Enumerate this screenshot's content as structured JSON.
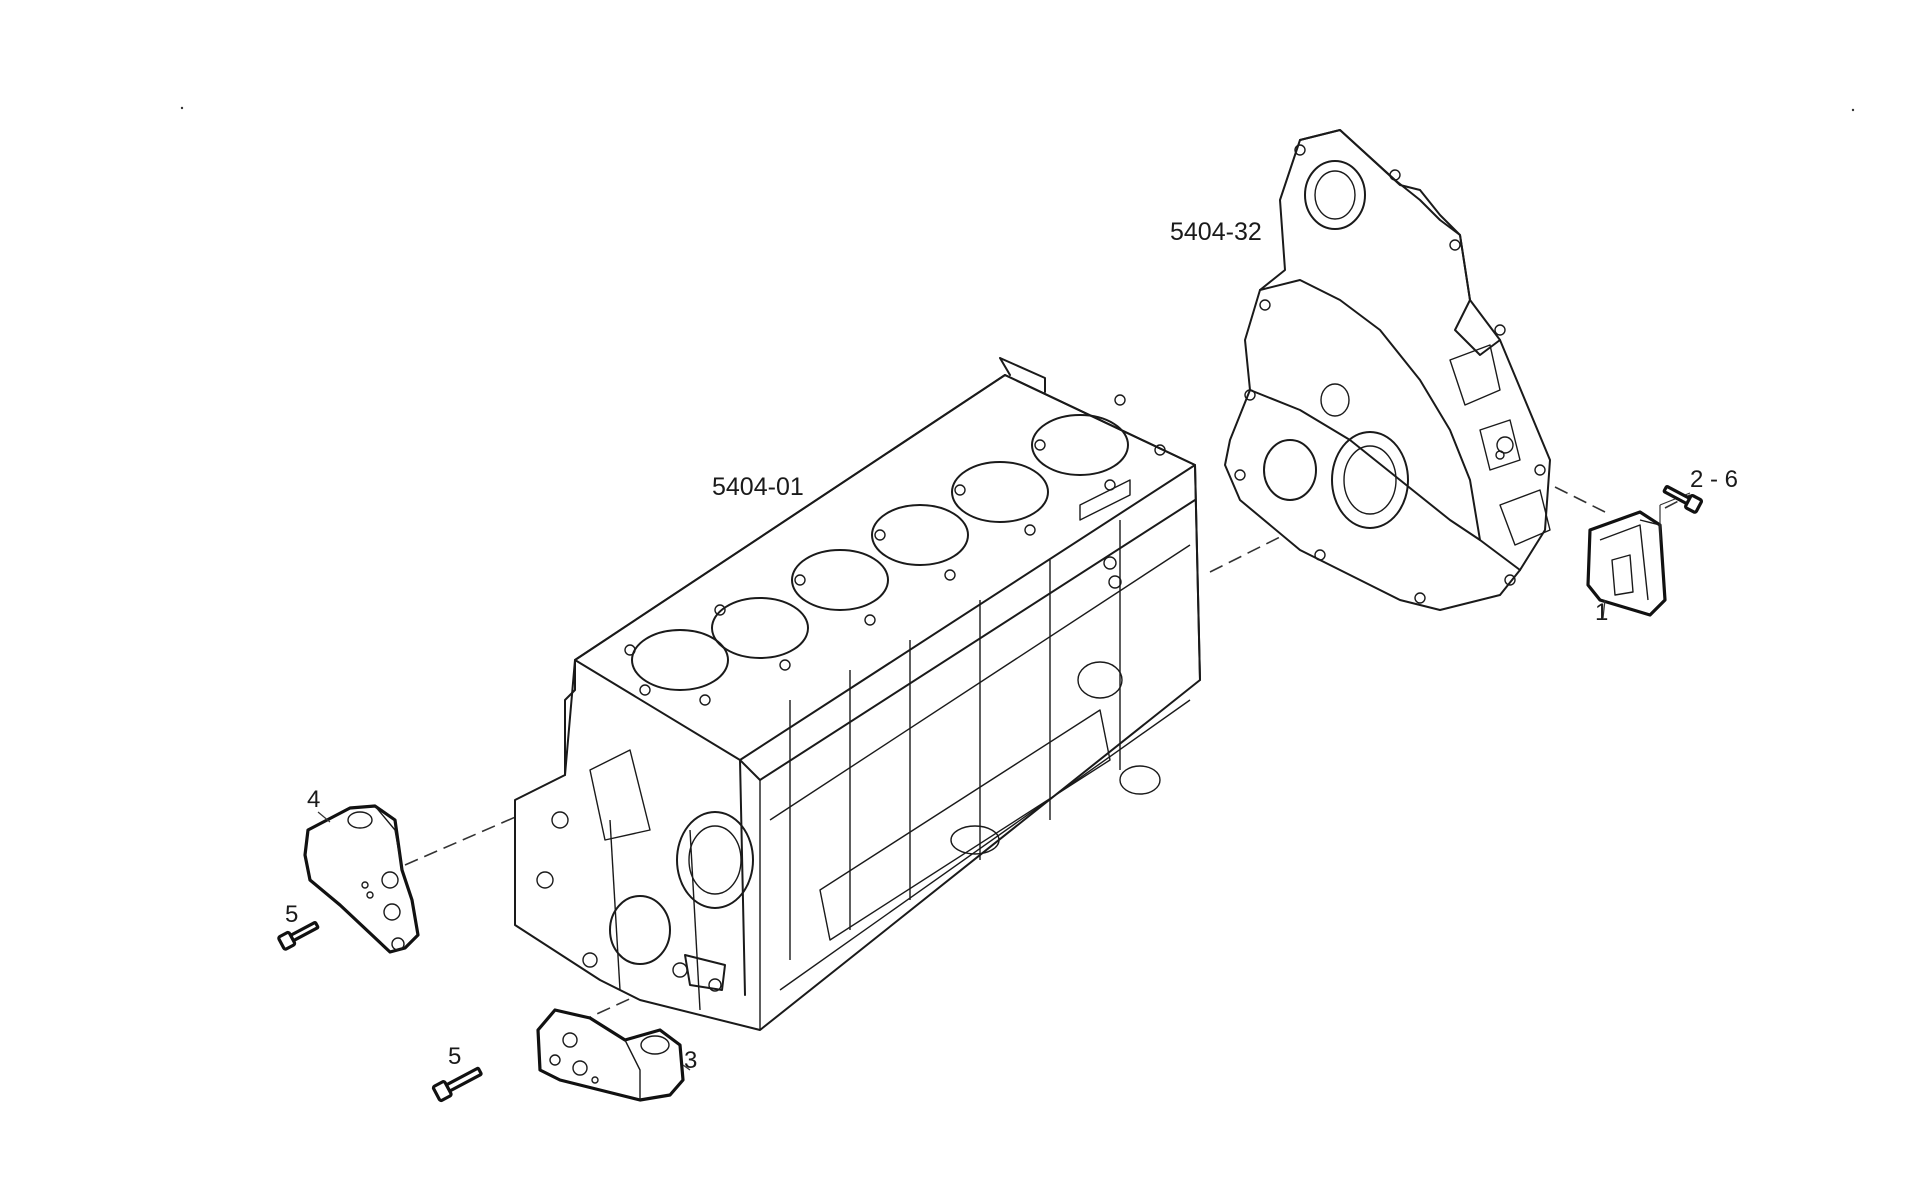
{
  "assemblies": {
    "engine_block": "5404-01",
    "timing_cover": "5404-32"
  },
  "parts": {
    "bracket_right": "1",
    "bolt_right": "2 - 6",
    "bracket_front_lower": "3",
    "bracket_front_upper": "4",
    "bolt_upper": "5",
    "bolt_lower": "5"
  }
}
